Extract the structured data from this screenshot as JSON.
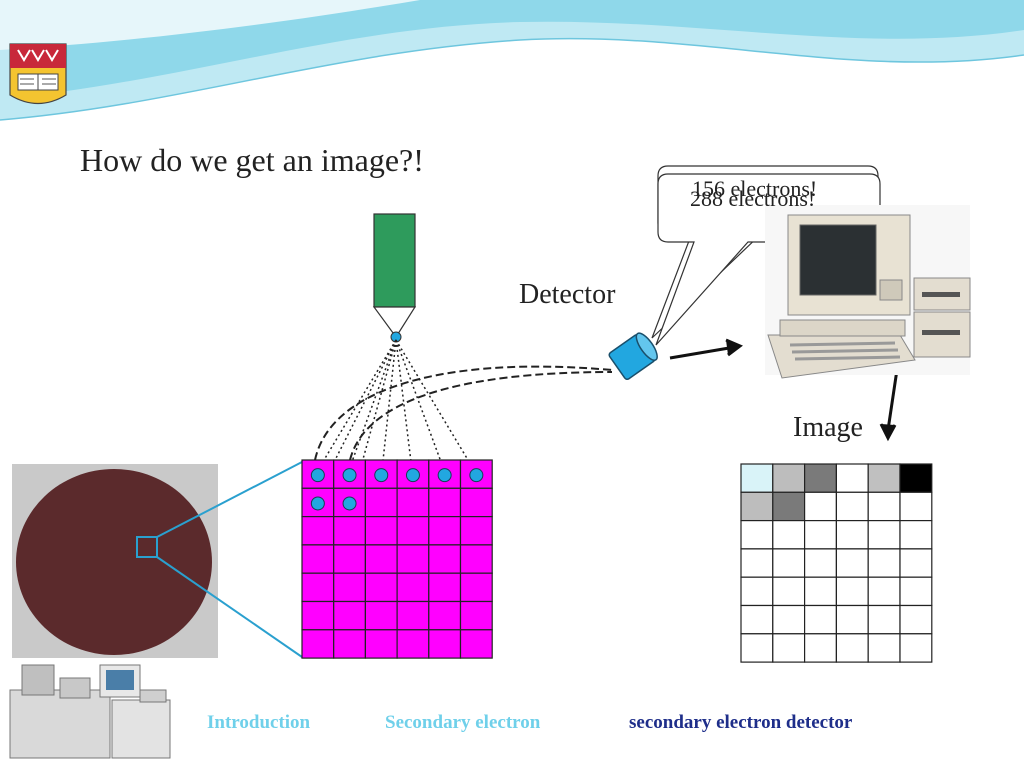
{
  "slide": {
    "title": "How do we get an image?!",
    "detector_label": "Detector",
    "image_label": "Image",
    "bubble_back_text": "156 electrons!",
    "bubble_front_text": "288 electrons!"
  },
  "nav": {
    "items": [
      {
        "label": "Introduction"
      },
      {
        "label": "Secondary electron"
      },
      {
        "label": "secondary electron detector"
      }
    ]
  },
  "colors": {
    "header_wave": "#8fd8ea",
    "beam_column": "#2e9b5c",
    "sample_grid": "#ff00ff",
    "electron": "#22a7e0",
    "wafer": "#5b2a2c",
    "zoom_lines": "#2aa0cf",
    "nav_inactive": "#6fd0ea",
    "nav_active": "#1e2e8a"
  },
  "image_grid": {
    "rows": 7,
    "cols": 6,
    "shades": [
      [
        "#d9f3f8",
        "#bdbdbd",
        "#7a7a7a",
        "#ffffff",
        "#c0c0c0",
        "#000000"
      ],
      [
        "#bdbdbd",
        "#7a7a7a",
        "#ffffff",
        "#ffffff",
        "#ffffff",
        "#ffffff"
      ]
    ]
  },
  "sample_grid": {
    "rows": 7,
    "cols": 6,
    "electron_cells": [
      [
        0,
        0
      ],
      [
        0,
        1
      ],
      [
        0,
        2
      ],
      [
        0,
        3
      ],
      [
        0,
        4
      ],
      [
        0,
        5
      ],
      [
        1,
        0
      ],
      [
        1,
        1
      ]
    ]
  }
}
